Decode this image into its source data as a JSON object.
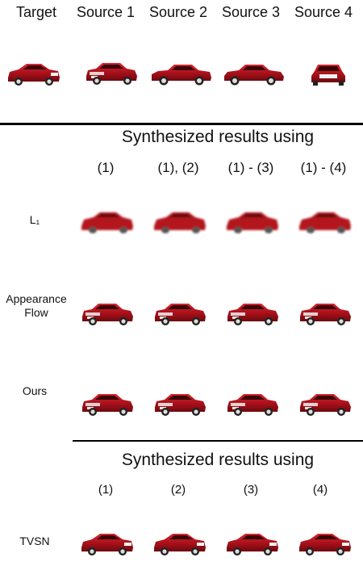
{
  "header": {
    "columns": [
      "Target",
      "Source 1",
      "Source 2",
      "Source 3",
      "Source 4"
    ]
  },
  "section1": {
    "title": "Synthesized results using",
    "column_labels": [
      "(1)",
      "(1), (2)",
      "(1) - (3)",
      "(1) - (4)"
    ],
    "rows": [
      {
        "label": "L₁"
      },
      {
        "label": "Appearance Flow"
      },
      {
        "label": "Ours"
      }
    ]
  },
  "section2": {
    "title": "Synthesized results using",
    "column_labels": [
      "(1)",
      "(2)",
      "(3)",
      "(4)"
    ],
    "rows": [
      {
        "label": "TVSN"
      }
    ]
  },
  "colors": {
    "car_body": "#b3121b",
    "car_dark": "#6b0a10",
    "rule": "#000000"
  },
  "icons": {
    "car": "red-sedan-car-icon"
  }
}
